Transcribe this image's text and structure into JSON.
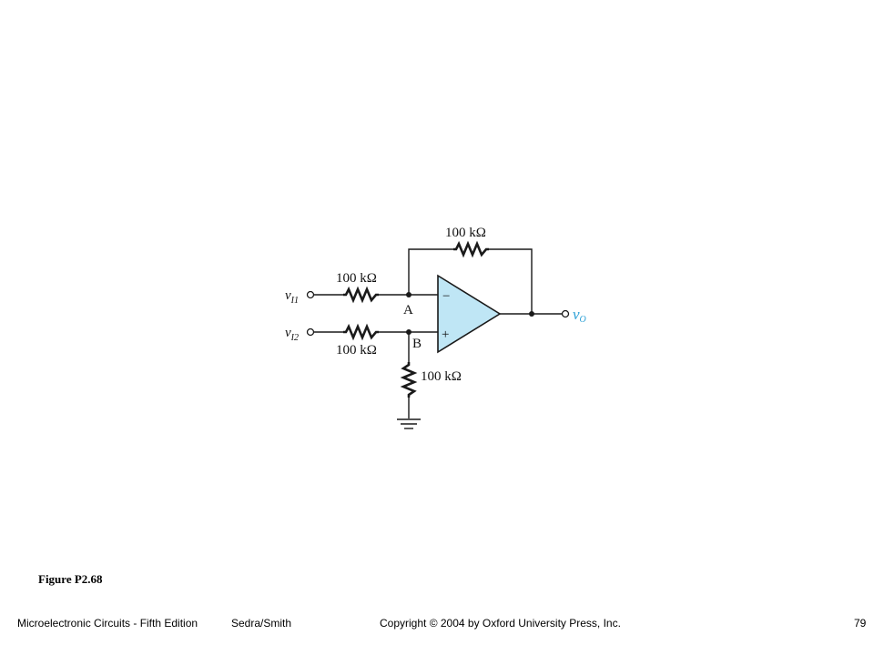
{
  "figure": {
    "caption": "Figure P2.68",
    "feedback_resistor": "100 kΩ",
    "input_resistor_1": "100 kΩ",
    "input_resistor_2": "100 kΩ",
    "ground_resistor": "100 kΩ",
    "node_a": "A",
    "node_b": "B",
    "opamp_minus": "−",
    "opamp_plus": "+",
    "input_1": {
      "symbol": "v",
      "subscript": "I1"
    },
    "input_2": {
      "symbol": "v",
      "subscript": "I2"
    },
    "output": {
      "symbol": "v",
      "subscript": "O"
    }
  },
  "footer": {
    "book": "Microelectronic Circuits - Fifth Edition",
    "authors": "Sedra/Smith",
    "copyright": "Copyright © 2004 by Oxford University Press, Inc.",
    "page": "79"
  },
  "colors": {
    "opamp_fill": "#bfe6f5",
    "output_label": "#2a9fd6",
    "wire": "#1a1a1a"
  }
}
